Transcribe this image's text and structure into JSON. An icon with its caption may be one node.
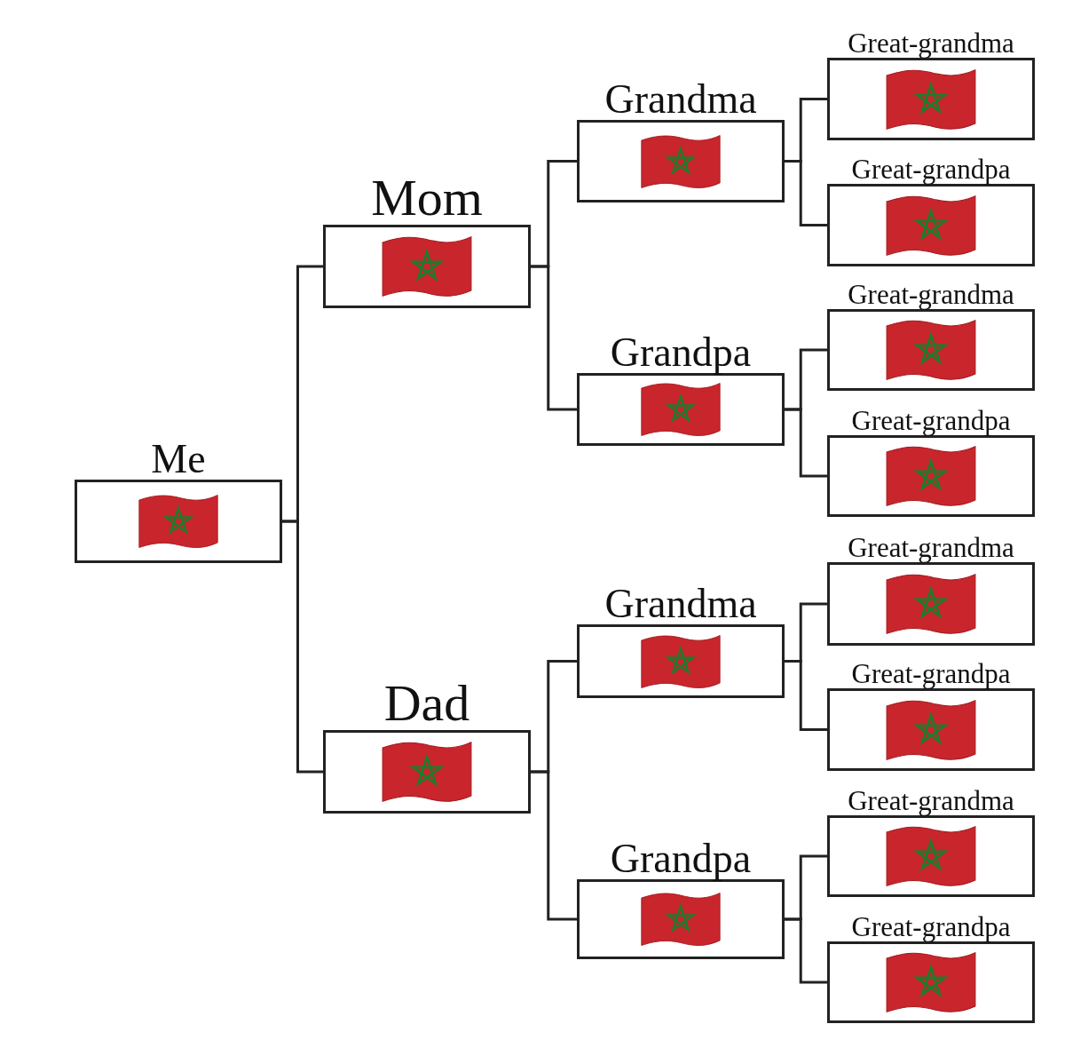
{
  "diagram": {
    "nodes": [
      {
        "text": [
          "Me"
        ]
      },
      {
        "text": [
          "Mom"
        ]
      },
      {
        "text": [
          "Grandma"
        ]
      },
      {
        "text": [
          "Great-grandma"
        ]
      },
      {
        "text": [
          "Great-grandpa"
        ]
      },
      {
        "text": [
          "Grandpa"
        ]
      },
      {
        "text": [
          "Great-grandma"
        ]
      },
      {
        "text": [
          "Great-grandpa"
        ]
      },
      {
        "text": [
          "Dad"
        ]
      },
      {
        "text": [
          "Grandma"
        ]
      },
      {
        "text": [
          "Great-grandma"
        ]
      },
      {
        "text": [
          "Great-grandpa"
        ]
      },
      {
        "text": [
          "Grandpa"
        ]
      },
      {
        "text": [
          "Great-grandma"
        ]
      },
      {
        "text": [
          "Great-grandpa"
        ]
      }
    ],
    "edges": [
      {
        "from": 0,
        "to": 1,
        "arrow": "none"
      },
      {
        "from": 0,
        "to": 8,
        "arrow": "none"
      },
      {
        "from": 1,
        "to": 2,
        "arrow": "none"
      },
      {
        "from": 1,
        "to": 5,
        "arrow": "none"
      },
      {
        "from": 2,
        "to": 3,
        "arrow": "none"
      },
      {
        "from": 2,
        "to": 4,
        "arrow": "none"
      },
      {
        "from": 5,
        "to": 6,
        "arrow": "none"
      },
      {
        "from": 5,
        "to": 7,
        "arrow": "none"
      },
      {
        "from": 8,
        "to": 9,
        "arrow": "none"
      },
      {
        "from": 8,
        "to": 12,
        "arrow": "none"
      },
      {
        "from": 9,
        "to": 10,
        "arrow": "none"
      },
      {
        "from": 9,
        "to": 11,
        "arrow": "none"
      },
      {
        "from": 12,
        "to": 13,
        "arrow": "none"
      },
      {
        "from": 12,
        "to": 14,
        "arrow": "none"
      }
    ]
  }
}
